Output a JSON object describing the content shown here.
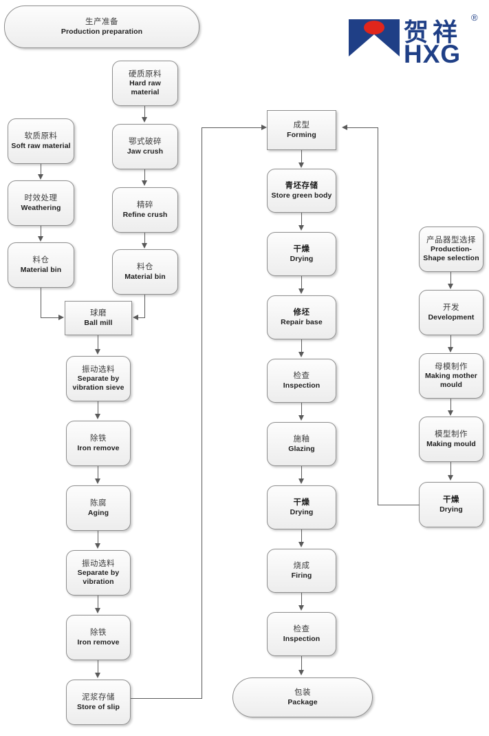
{
  "diagram": {
    "title": "Ceramic production process flowchart",
    "colors": {
      "node_fill": "#f4f4f4",
      "node_border": "#8d8d8d",
      "edge": "#595959",
      "logo_blue": "#1f3f86",
      "logo_red": "#e1261c"
    }
  },
  "logo": {
    "cn_name": "贺祥",
    "registered": "®",
    "latin": "HXG",
    "mark": "hxg-monogram"
  },
  "nodes": {
    "production_preparation": {
      "cn": "生产准备",
      "en": "Production preparation",
      "shape": "pill"
    },
    "hard_raw_material": {
      "cn": "硬质原料",
      "en": "Hard raw material",
      "shape": "rounded"
    },
    "soft_raw_material": {
      "cn": "软质原料",
      "en": "Soft raw material",
      "shape": "rounded"
    },
    "weathering": {
      "cn": "时效处理",
      "en": "Weathering",
      "shape": "rounded"
    },
    "material_bin_left": {
      "cn": "料仓",
      "en": "Material bin",
      "shape": "rounded"
    },
    "jaw_crush": {
      "cn": "鄂式破碎",
      "en": "Jaw crush",
      "shape": "rounded"
    },
    "refine_crush": {
      "cn": "精碎",
      "en": "Refine crush",
      "shape": "rounded"
    },
    "material_bin_right": {
      "cn": "料仓",
      "en": "Material bin",
      "shape": "rounded"
    },
    "ball_mill": {
      "cn": "球磨",
      "en": "Ball mill",
      "shape": "rect"
    },
    "separate_sieve": {
      "cn": "振动选料",
      "en": "Separate by vibration sieve",
      "shape": "rounded"
    },
    "iron_remove_1": {
      "cn": "除铁",
      "en": "Iron remove",
      "shape": "rounded"
    },
    "aging": {
      "cn": "陈腐",
      "en": "Aging",
      "shape": "rounded"
    },
    "separate_vibration": {
      "cn": "振动选料",
      "en": "Separate by vibration",
      "shape": "rounded"
    },
    "iron_remove_2": {
      "cn": "除铁",
      "en": "Iron remove",
      "shape": "rounded"
    },
    "store_of_slip": {
      "cn": "泥浆存储",
      "en": "Store of slip",
      "shape": "rounded"
    },
    "forming": {
      "cn": "成型",
      "en": "Forming",
      "shape": "rect"
    },
    "store_green_body": {
      "cn": "青坯存储",
      "en": "Store green body",
      "shape": "rounded",
      "cn_bold": true
    },
    "drying_1": {
      "cn": "干燥",
      "en": "Drying",
      "shape": "rounded",
      "cn_bold": true
    },
    "repair_base": {
      "cn": "修坯",
      "en": "Repair base",
      "shape": "rounded",
      "cn_bold": true
    },
    "inspection_1": {
      "cn": "检查",
      "en": "Inspection",
      "shape": "rounded"
    },
    "glazing": {
      "cn": "施釉",
      "en": "Glazing",
      "shape": "rounded"
    },
    "drying_2": {
      "cn": "干燥",
      "en": "Drying",
      "shape": "rounded",
      "cn_bold": true
    },
    "firing": {
      "cn": "烧成",
      "en": "Firing",
      "shape": "rounded"
    },
    "inspection_2": {
      "cn": "检查",
      "en": "Inspection",
      "shape": "rounded"
    },
    "package": {
      "cn": "包装",
      "en": "Package",
      "shape": "pill"
    },
    "shape_selection": {
      "cn": "产品器型选择",
      "en": "Production-Shape selection",
      "shape": "rounded"
    },
    "development": {
      "cn": "开发",
      "en": "Development",
      "shape": "rounded"
    },
    "making_mother_mould": {
      "cn": "母模制作",
      "en": "Making mother mould",
      "shape": "rounded"
    },
    "making_mould": {
      "cn": "模型制作",
      "en": "Making mould",
      "shape": "rounded"
    },
    "drying_mould": {
      "cn": "干燥",
      "en": "Drying",
      "shape": "rounded",
      "cn_bold": true
    }
  }
}
